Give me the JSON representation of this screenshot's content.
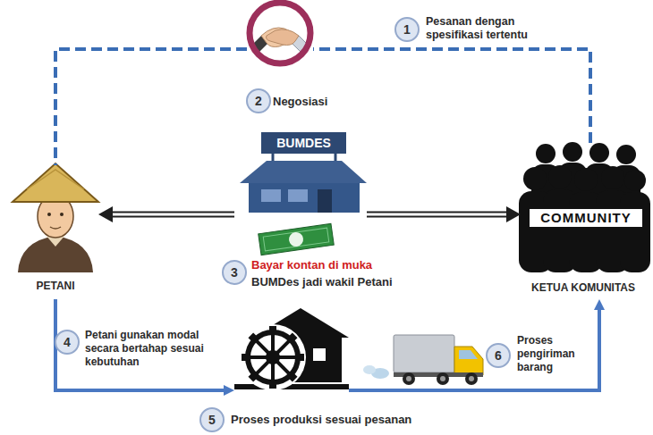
{
  "diagram": {
    "nodes": [
      {
        "text": [
          "Negosiasi"
        ]
      },
      {
        "text": [
          "PETANI"
        ]
      },
      {
        "text": [
          "BUMDES"
        ]
      },
      {
        "text": [
          "COMMUNITY",
          "KETUA KOMUNITAS"
        ]
      },
      {
        "text": [
          "Proses produksi sesuai pesanan"
        ]
      }
    ],
    "edges": [
      {
        "from": 3,
        "to": 0,
        "arrow": "none"
      },
      {
        "from": 0,
        "to": 1,
        "arrow": "none"
      },
      {
        "from": 2,
        "to": 1,
        "arrow": "to"
      },
      {
        "from": 2,
        "to": 3,
        "arrow": "to"
      },
      {
        "from": 1,
        "to": 4,
        "arrow": "to"
      },
      {
        "from": 4,
        "to": 3,
        "arrow": "to"
      }
    ],
    "labels": [
      "1",
      "Pesanan dengan spesifikasi tertentu",
      "2",
      "3",
      "Bayar kontan di muka",
      "BUMDes jadi wakil Petani",
      "4",
      "Petani gunakan modal secara bertahap sesuai kebutuhan",
      "5",
      "6",
      "Proses pengiriman barang"
    ]
  }
}
